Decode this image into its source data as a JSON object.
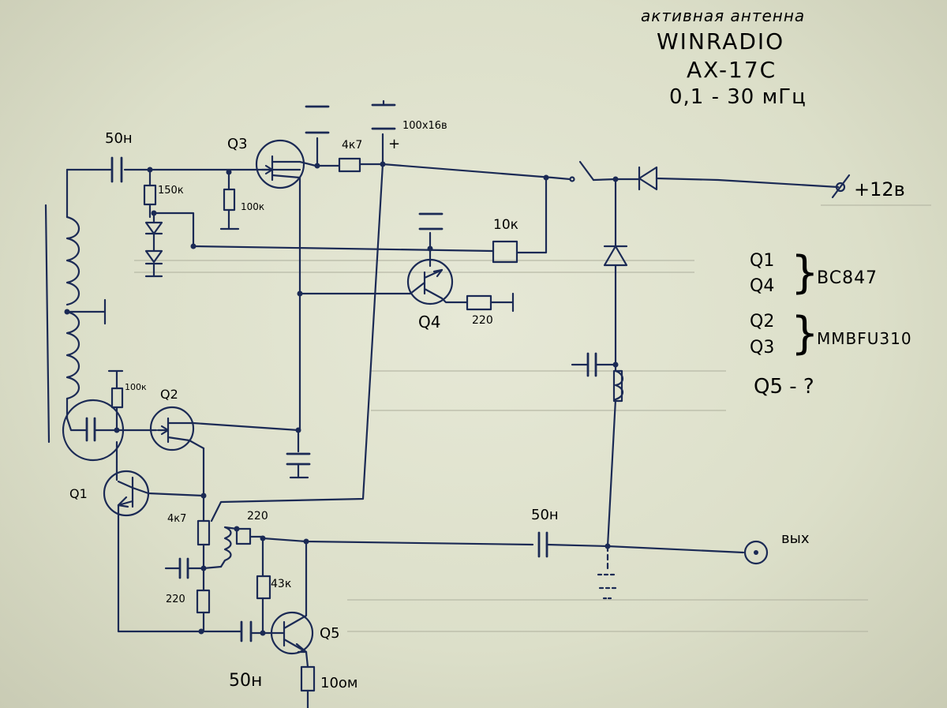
{
  "title": {
    "line1": "активная антенна",
    "line2": "WINRADIO",
    "line3": "AX-17C",
    "line4": "0,1 - 30 мГц"
  },
  "labels": {
    "c_in": "50н",
    "r_150k": "150к",
    "r_100k_q3": "100к",
    "q3": "Q3",
    "r_4k7_top": "4к7",
    "c_100u": "100х16в",
    "plus": "+",
    "supply": "+12в",
    "r_10k": "10к",
    "r_220_q4": "220",
    "q4": "Q4",
    "r_100k_q2": "100к",
    "q2": "Q2",
    "q1": "Q1",
    "r_4k7_mid": "4к7",
    "r_220_mid": "220",
    "r_220_low": "220",
    "r_43k": "43к",
    "c_50n_low": "50н",
    "q5": "Q5",
    "r_10": "10ом",
    "c_50n_out": "50н",
    "out": "вых"
  },
  "parts": {
    "q1_q4": "Q1",
    "q4": "Q4",
    "q1_q4_type": "BC847",
    "q2": "Q2",
    "q3": "Q3",
    "q2_q3_type": "MMBFU310",
    "q5": "Q5 - ?"
  }
}
